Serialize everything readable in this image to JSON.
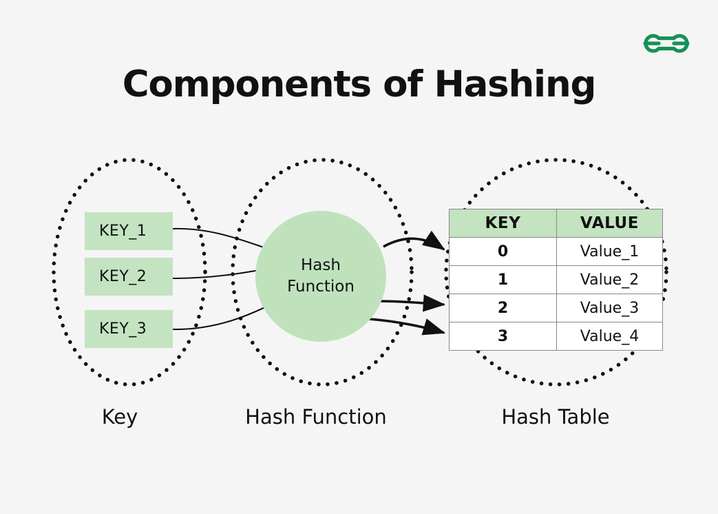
{
  "page": {
    "title": "Components of Hashing",
    "background_color": "#f5f5f5",
    "accent_green": "#c3e3c1",
    "logo_color": "#159157",
    "text_color": "#111111"
  },
  "logo": {
    "name": "geeksforgeeks-logo"
  },
  "groups": {
    "keys": {
      "caption": "Key",
      "items": [
        {
          "label": "KEY_1"
        },
        {
          "label": "KEY_2"
        },
        {
          "label": "KEY_3"
        }
      ]
    },
    "hash_function": {
      "caption": "Hash Function",
      "line1": "Hash",
      "line2": "Function"
    },
    "hash_table": {
      "caption": "Hash Table",
      "columns": [
        "KEY",
        "VALUE"
      ],
      "rows": [
        {
          "key": "0",
          "value": "Value_1"
        },
        {
          "key": "1",
          "value": "Value_2"
        },
        {
          "key": "2",
          "value": "Value_3"
        },
        {
          "key": "3",
          "value": "Value_4"
        }
      ]
    }
  }
}
